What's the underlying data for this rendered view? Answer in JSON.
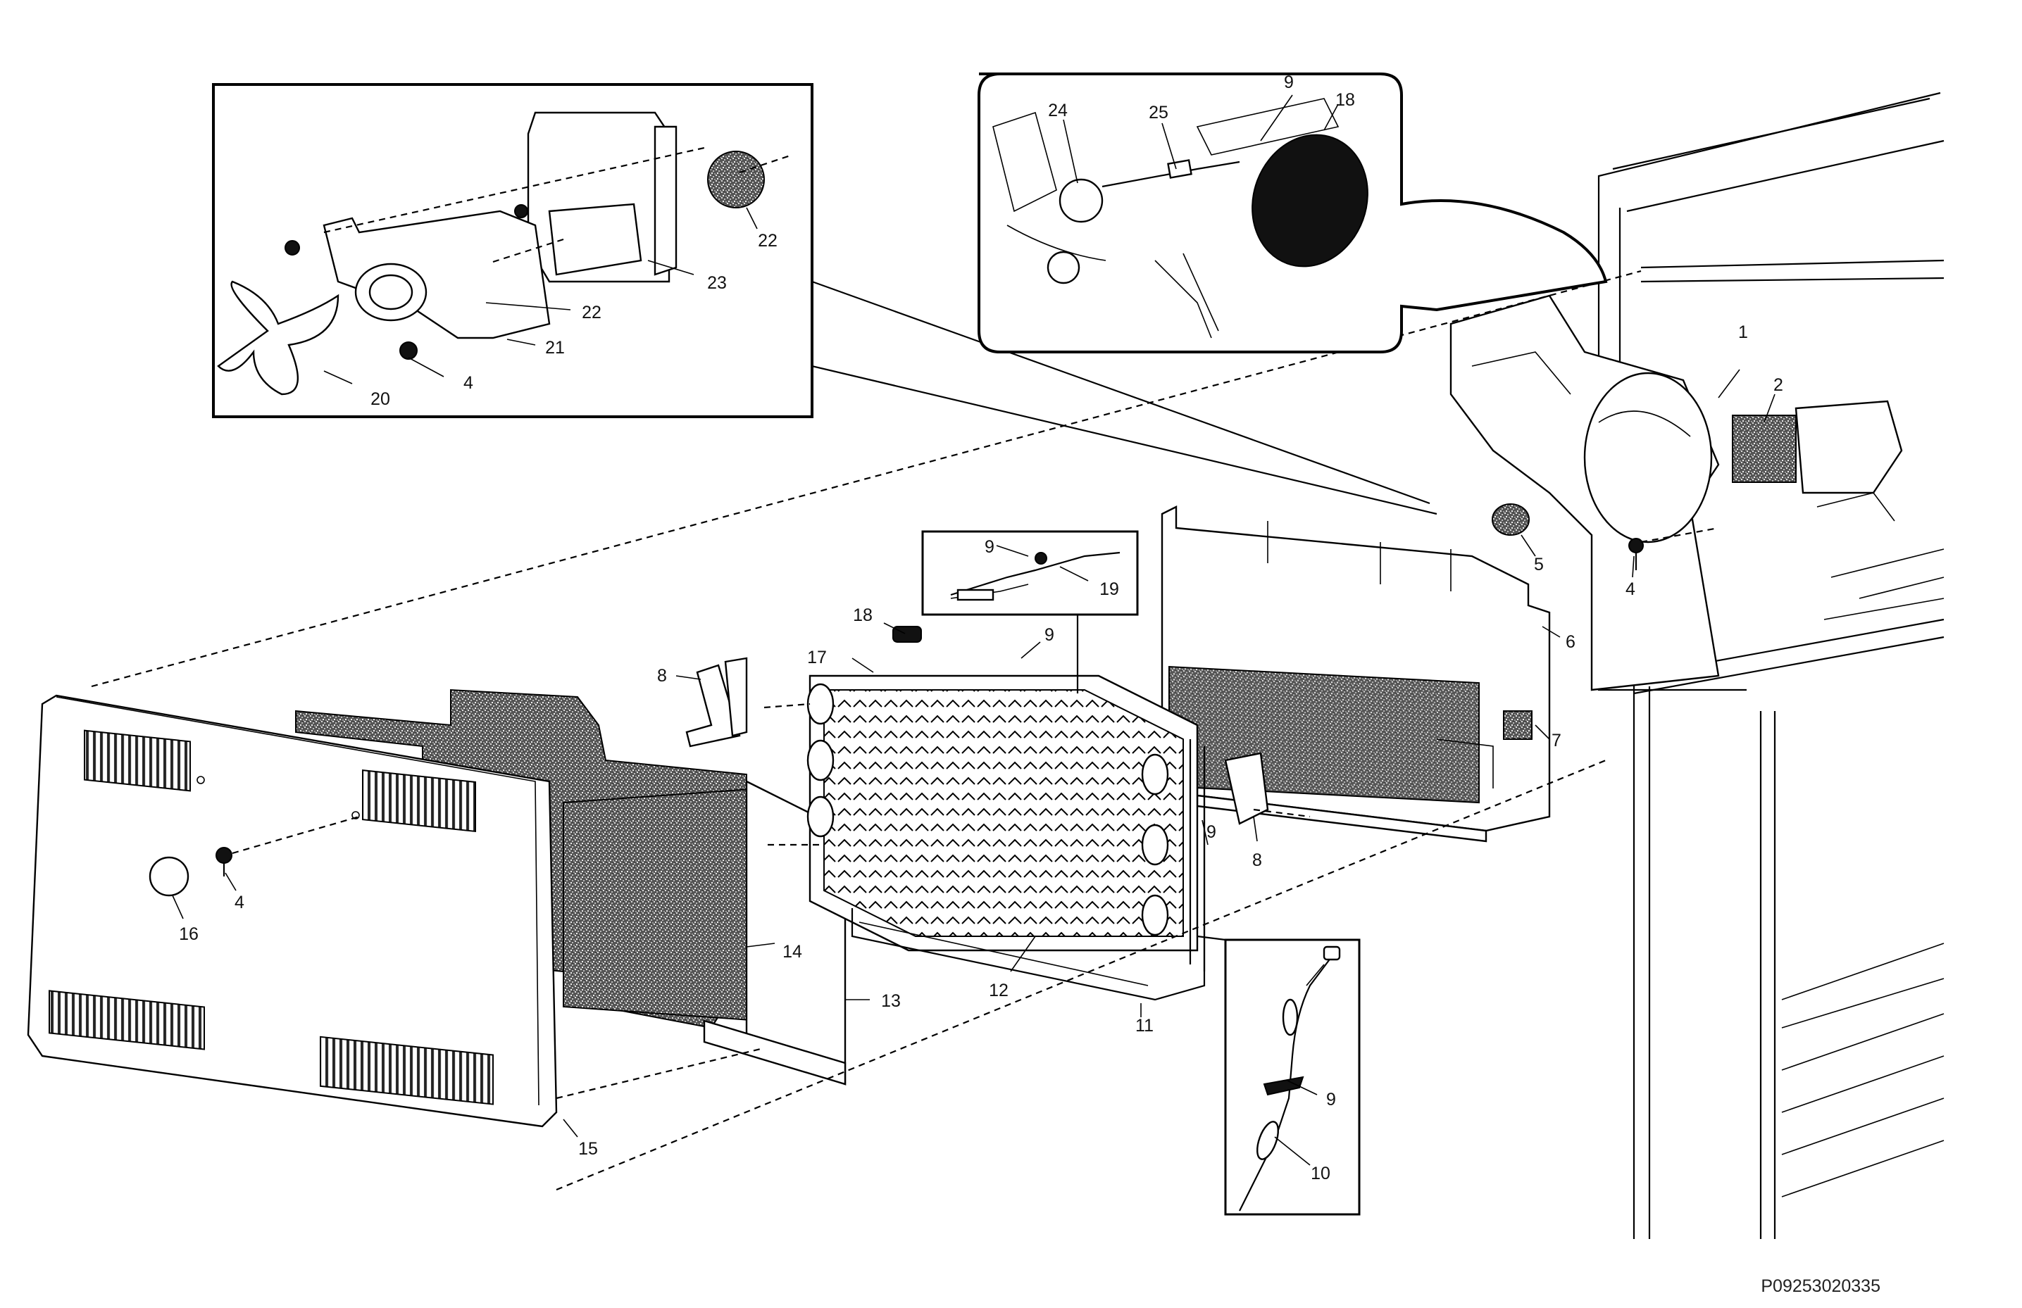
{
  "diagram": {
    "code": "P09253020335",
    "callouts": [
      {
        "id": "c1",
        "text": "1"
      },
      {
        "id": "c2",
        "text": "2"
      },
      {
        "id": "c4a",
        "text": "4"
      },
      {
        "id": "c4b",
        "text": "4"
      },
      {
        "id": "c4c",
        "text": "4"
      },
      {
        "id": "c5",
        "text": "5"
      },
      {
        "id": "c6",
        "text": "6"
      },
      {
        "id": "c7",
        "text": "7"
      },
      {
        "id": "c8a",
        "text": "8"
      },
      {
        "id": "c8b",
        "text": "8"
      },
      {
        "id": "c9a",
        "text": "9"
      },
      {
        "id": "c9b",
        "text": "9"
      },
      {
        "id": "c9c",
        "text": "9"
      },
      {
        "id": "c9d",
        "text": "9"
      },
      {
        "id": "c9e",
        "text": "9"
      },
      {
        "id": "c10",
        "text": "10"
      },
      {
        "id": "c11",
        "text": "11"
      },
      {
        "id": "c12",
        "text": "12"
      },
      {
        "id": "c13",
        "text": "13"
      },
      {
        "id": "c14",
        "text": "14"
      },
      {
        "id": "c15",
        "text": "15"
      },
      {
        "id": "c16",
        "text": "16"
      },
      {
        "id": "c17",
        "text": "17"
      },
      {
        "id": "c18a",
        "text": "18"
      },
      {
        "id": "c18b",
        "text": "18"
      },
      {
        "id": "c19",
        "text": "19"
      },
      {
        "id": "c20",
        "text": "20"
      },
      {
        "id": "c21",
        "text": "21"
      },
      {
        "id": "c22a",
        "text": "22"
      },
      {
        "id": "c22b",
        "text": "22"
      },
      {
        "id": "c23",
        "text": "23"
      },
      {
        "id": "c24",
        "text": "24"
      },
      {
        "id": "c25",
        "text": "25"
      }
    ]
  }
}
